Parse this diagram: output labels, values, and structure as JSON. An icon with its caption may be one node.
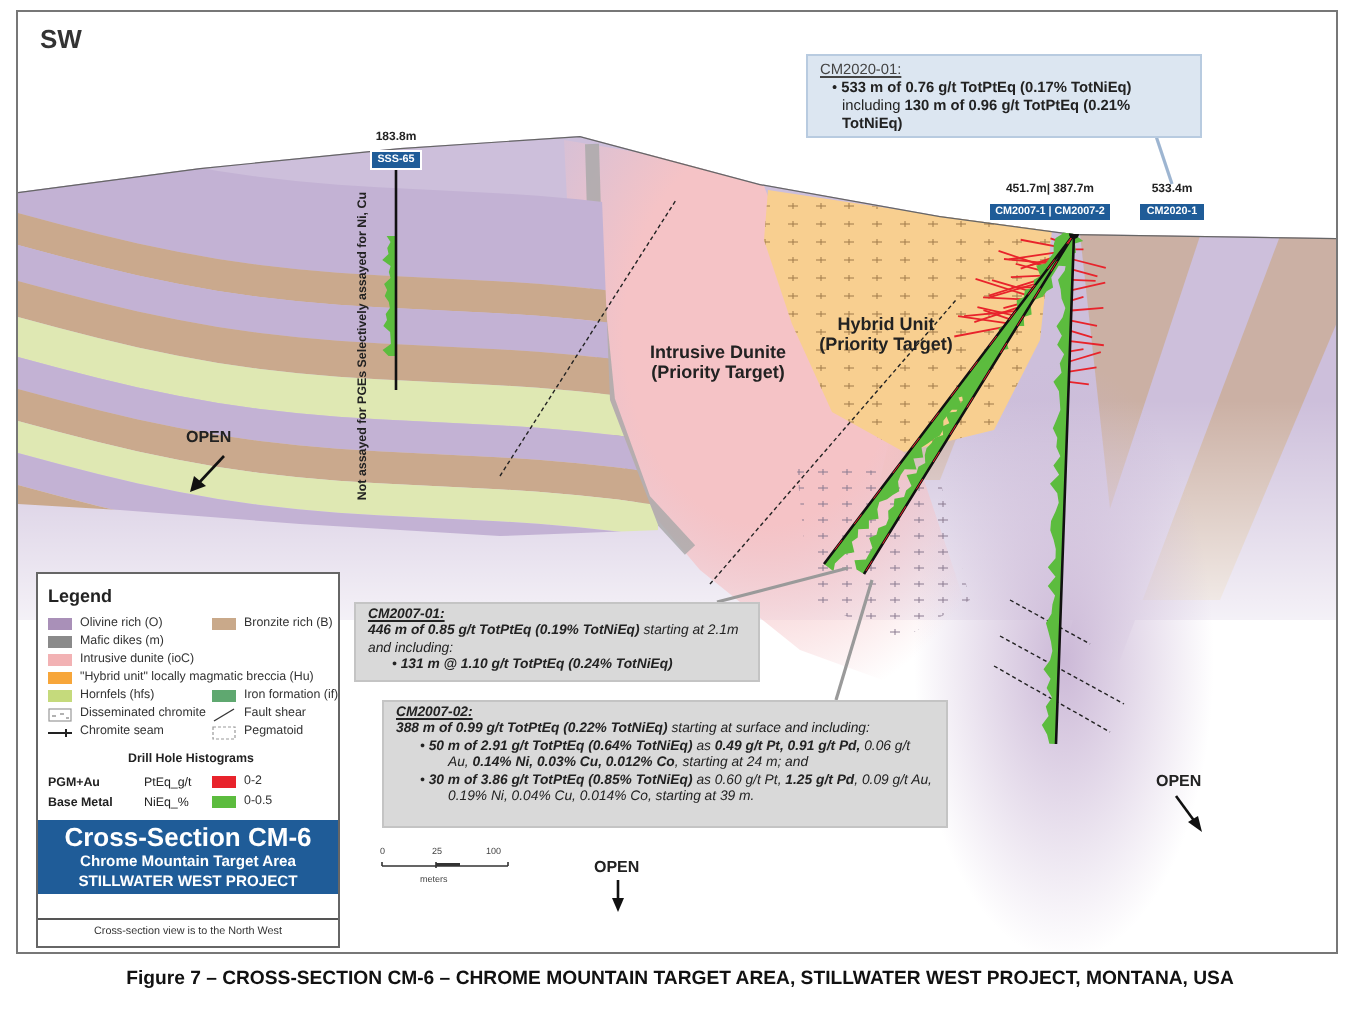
{
  "diagram": {
    "caption": "Figure 7 – CROSS-SECTION CM-6 – CHROME MOUNTAIN TARGET AREA, STILLWATER WEST PROJECT, MONTANA, USA",
    "nodes": [
      {
        "text": [
          "CM2020-01:",
          "• **533 m of 0.76 g/t TotPtEq (0.17% TotNiEq)** including **130 m of 0.96 g/t TotPtEq (0.21% TotNiEq)**"
        ]
      },
      {
        "text": [
          "SSS-65"
        ],
        "beside": [
          "183.8m"
        ]
      },
      {
        "text": [
          "CM2007-1 | CM2007-2"
        ],
        "beside": [
          "451.7m| 387.7m"
        ]
      },
      {
        "text": [
          "CM2020-1"
        ],
        "beside": [
          "533.4m"
        ]
      },
      {
        "text": [
          "CM2007-01:",
          "**446 m of 0.85 g/t TotPtEq (0.19% TotNiEq)** starting at 2.1m and including:",
          "• **131 m @ 1.10 g/t TotPtEq (0.24% TotNiEq)**"
        ]
      },
      {
        "text": [
          "CM2007-02:",
          "**388 m of 0.99 g/t TotPtEq (0.22% TotNiEq)** starting at surface and including:",
          "• **50 m of 2.91 g/t TotPtEq (0.64% TotNiEq)** as **0.49 g/t Pt, 0.91 g/t Pd,** 0.06 g/t Au, **0.14% Ni, 0.03% Cu, 0.012% Co**, starting at 24 m; and",
          "• **30 m of 3.86 g/t TotPtEq (0.85% TotNiEq)** as 0.60 g/t Pt, **1.25 g/t Pd**, 0.09 g/t Au, 0.19% Ni, 0.04% Cu, 0.014% Co, starting at 39 m."
        ]
      }
    ],
    "edges": [
      {
        "from": 0,
        "to": 3,
        "arrow": "none",
        "color": "#9db5d1"
      },
      {
        "from": 4,
        "to": null,
        "arrow": "none"
      },
      {
        "from": 5,
        "to": null,
        "arrow": "none"
      }
    ],
    "labels": [
      "SW",
      "Not assayed for PGEs Selectively assayed for Ni, Cu",
      "Hybrid Unit (Priority Target)",
      "Intrusive Dunite (Priority Target)",
      "OPEN",
      "Legend",
      "Drill Hole Histograms",
      "PGM+Au",
      "PtEq_g/t",
      "Base Metal",
      "NiEq_%",
      "OPEN",
      "Cross-Section CM-6",
      "Chrome Mountain Target Area",
      "STILLWATER WEST PROJECT",
      "0",
      "25",
      "100",
      "meters",
      "OPEN",
      "Cross-section view is to the North West"
    ],
    "legend": [
      {
        "text": "Olivine rich (O)",
        "color": "#a990b8"
      },
      {
        "text": "Bronzite rich (B)",
        "color": "#c9a98a"
      },
      {
        "text": "Mafic dikes (m)",
        "color": "#8a8a8a"
      },
      {
        "text": "Intrusive dunite (ioC)",
        "color": "#f2b2b4"
      },
      {
        "text": "\"Hybrid unit\" locally magmatic breccia (Hu)",
        "color": "#f7a63a"
      },
      {
        "text": "Hornfels (hfs)",
        "color": "#c5da7c"
      },
      {
        "text": "Iron formation (if)",
        "color": "#5fa870"
      },
      {
        "text": "Disseminated chromite"
      },
      {
        "text": "Fault shear"
      },
      {
        "text": "Chromite seam"
      },
      {
        "text": "Pegmatoid"
      },
      {
        "text": "0-2",
        "color": "#e8232b"
      },
      {
        "text": "0-0.5",
        "color": "#5cbc3e"
      }
    ]
  }
}
